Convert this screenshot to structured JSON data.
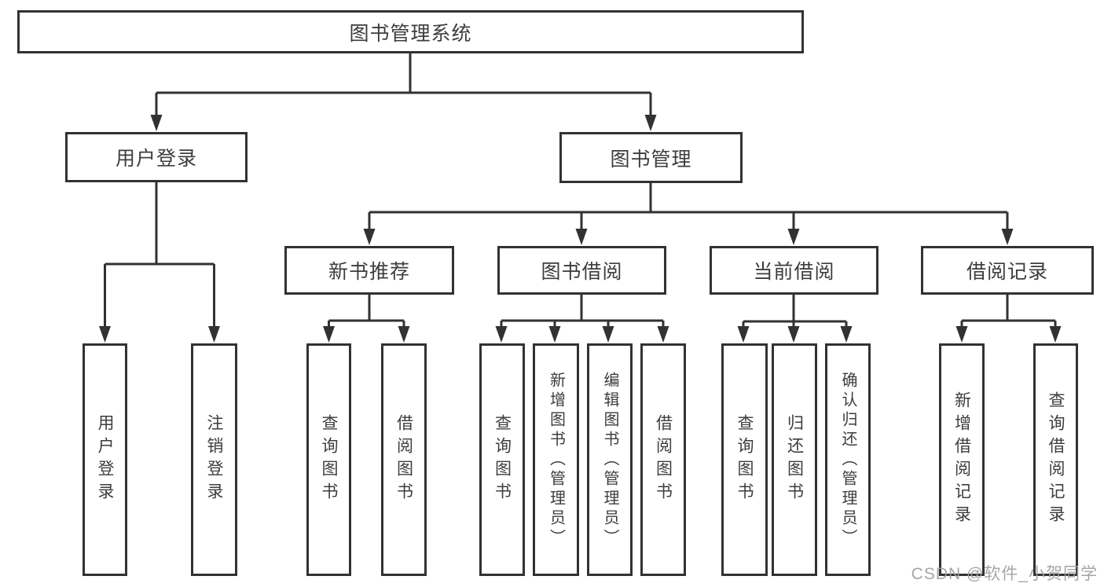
{
  "tree": {
    "root": {
      "label": "图书管理系统",
      "children": [
        {
          "label": "用户登录",
          "children": [
            {
              "label": "用户登录"
            },
            {
              "label": "注销登录"
            }
          ]
        },
        {
          "label": "图书管理",
          "children": [
            {
              "label": "新书推荐",
              "children": [
                {
                  "label": "查询图书"
                },
                {
                  "label": "借阅图书"
                }
              ]
            },
            {
              "label": "图书借阅",
              "children": [
                {
                  "label": "查询图书"
                },
                {
                  "label": "新增图书（管理员）"
                },
                {
                  "label": "编辑图书（管理员）"
                },
                {
                  "label": "借阅图书"
                }
              ]
            },
            {
              "label": "当前借阅",
              "children": [
                {
                  "label": "查询图书"
                },
                {
                  "label": "归还图书"
                },
                {
                  "label": "确认归还（管理员）"
                }
              ]
            },
            {
              "label": "借阅记录",
              "children": [
                {
                  "label": "新增借阅记录"
                },
                {
                  "label": "查询借阅记录"
                }
              ]
            }
          ]
        }
      ]
    }
  },
  "watermark": {
    "text": "CSDN @软件_小贺同学"
  },
  "colors": {
    "line": "#323232",
    "box_border": "#323232",
    "box_background": "#ffffff",
    "text": "#3d3d3d",
    "watermark": "#9e9e9e"
  }
}
